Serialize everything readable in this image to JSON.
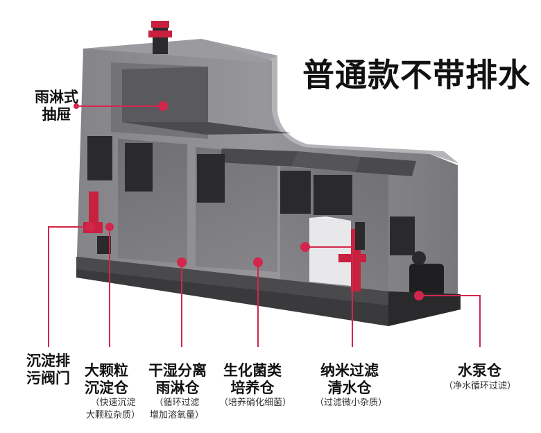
{
  "title": "普通款不带排水",
  "colors": {
    "accent": "#d3264c",
    "tank": "#6f6f73",
    "base": "#3a3a3c"
  },
  "callouts": {
    "drawer": {
      "line1": "雨淋式",
      "line2": "抽屉"
    },
    "drain_valve": {
      "line1": "沉淀排",
      "line2": "污阀门"
    },
    "sediment": {
      "line1": "大颗粒",
      "line2": "沉淀仓",
      "note1": "（快速沉淀",
      "note2": "大颗粒杂质）"
    },
    "drip": {
      "line1": "干湿分离",
      "line2": "雨淋仓",
      "note1": "（循环过滤",
      "note2": "增加溶氧量）"
    },
    "bio": {
      "line1": "生化菌类",
      "line2": "培养仓",
      "note1": "（培养硝化细菌）"
    },
    "nano": {
      "line1": "纳米过滤",
      "line2": "清水仓",
      "note1": "（过滤微小杂质）"
    },
    "pump": {
      "line1": "水泵仓",
      "note1": "（净水循环过滤）"
    }
  }
}
